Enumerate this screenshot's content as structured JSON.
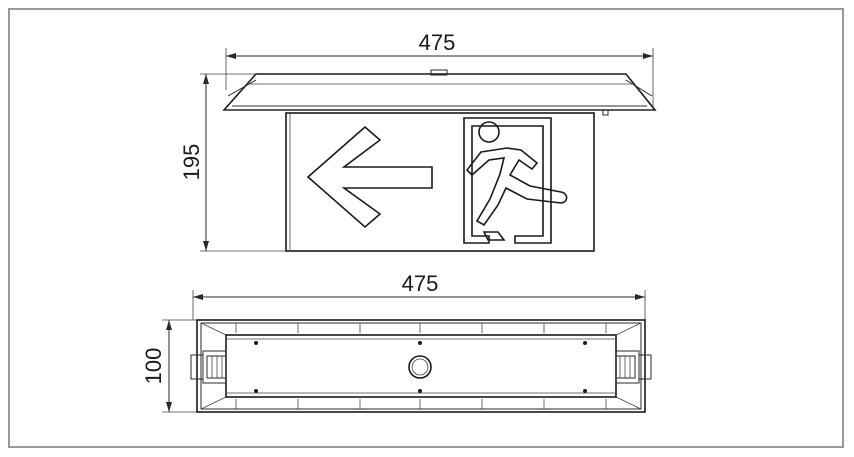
{
  "front_view": {
    "width_label": "475",
    "height_label": "195"
  },
  "bottom_view": {
    "width_label": "475",
    "height_label": "100"
  },
  "colors": {
    "line": "#2a2a2a",
    "frame": "#9a9a9a",
    "background": "#ffffff"
  },
  "icons": {
    "direction": "left-arrow-icon",
    "figure": "running-man-exit-icon"
  }
}
